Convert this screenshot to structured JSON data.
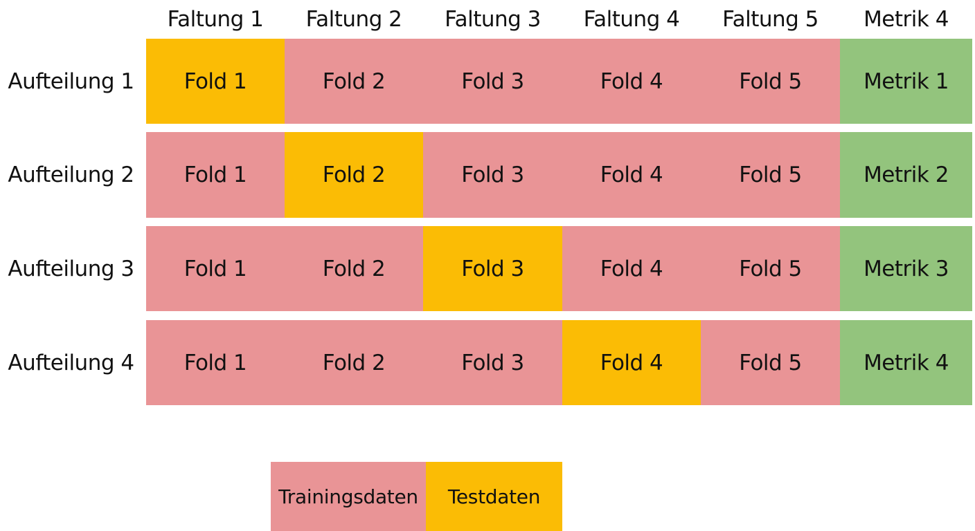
{
  "colors": {
    "train": "#E99496",
    "test": "#FBBC05",
    "metric": "#93C47D"
  },
  "header": {
    "columns": [
      "Faltung 1",
      "Faltung 2",
      "Faltung 3",
      "Faltung 4",
      "Faltung 5",
      "Metrik 4"
    ]
  },
  "rows": [
    {
      "label": "Aufteilung 1",
      "cells": [
        "Fold 1",
        "Fold 2",
        "Fold 3",
        "Fold 4",
        "Fold 5"
      ],
      "test_index": 0,
      "metric": "Metrik 1"
    },
    {
      "label": "Aufteilung 2",
      "cells": [
        "Fold 1",
        "Fold 2",
        "Fold 3",
        "Fold 4",
        "Fold 5"
      ],
      "test_index": 1,
      "metric": "Metrik 2"
    },
    {
      "label": "Aufteilung 3",
      "cells": [
        "Fold 1",
        "Fold 2",
        "Fold 3",
        "Fold 4",
        "Fold 5"
      ],
      "test_index": 2,
      "metric": "Metrik 3"
    },
    {
      "label": "Aufteilung 4",
      "cells": [
        "Fold 1",
        "Fold 2",
        "Fold 3",
        "Fold 4",
        "Fold 5"
      ],
      "test_index": 3,
      "metric": "Metrik 4"
    }
  ],
  "legend": {
    "train_label": "Trainingsdaten",
    "test_label": "Testdaten"
  }
}
